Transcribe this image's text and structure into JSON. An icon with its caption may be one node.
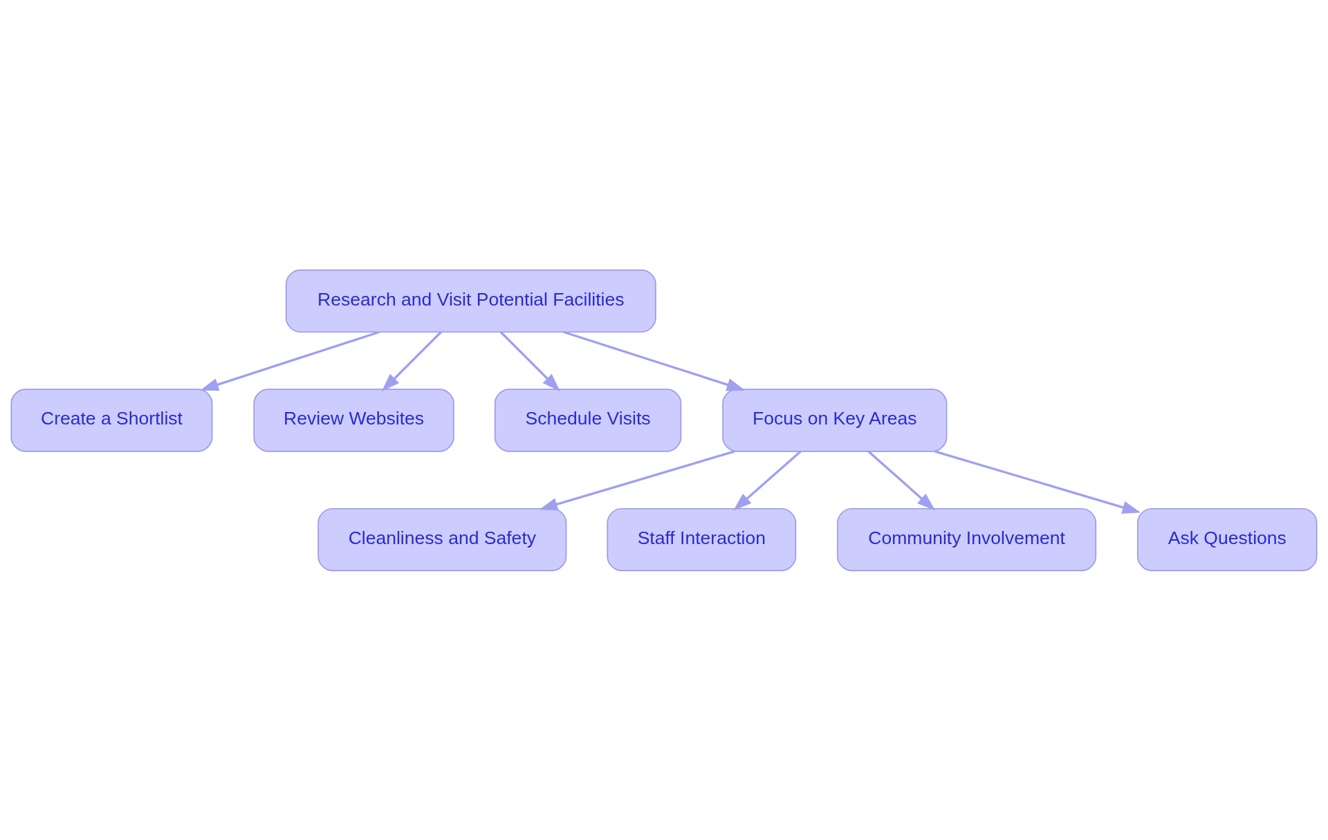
{
  "diagram": {
    "nodes": [
      {
        "text": [
          "Research and Visit Potential Facilities"
        ]
      },
      {
        "text": [
          "Create a Shortlist"
        ]
      },
      {
        "text": [
          "Review Websites"
        ]
      },
      {
        "text": [
          "Schedule Visits"
        ]
      },
      {
        "text": [
          "Focus on Key Areas"
        ]
      },
      {
        "text": [
          "Cleanliness and Safety"
        ]
      },
      {
        "text": [
          "Staff Interaction"
        ]
      },
      {
        "text": [
          "Community Involvement"
        ]
      },
      {
        "text": [
          "Ask Questions"
        ]
      }
    ],
    "edges": [
      {
        "from": 0,
        "to": 1,
        "arrow": "to"
      },
      {
        "from": 0,
        "to": 2,
        "arrow": "to"
      },
      {
        "from": 0,
        "to": 3,
        "arrow": "to"
      },
      {
        "from": 0,
        "to": 4,
        "arrow": "to"
      },
      {
        "from": 4,
        "to": 5,
        "arrow": "to"
      },
      {
        "from": 4,
        "to": 6,
        "arrow": "to"
      },
      {
        "from": 4,
        "to": 7,
        "arrow": "to"
      },
      {
        "from": 4,
        "to": 8,
        "arrow": "to"
      }
    ]
  }
}
